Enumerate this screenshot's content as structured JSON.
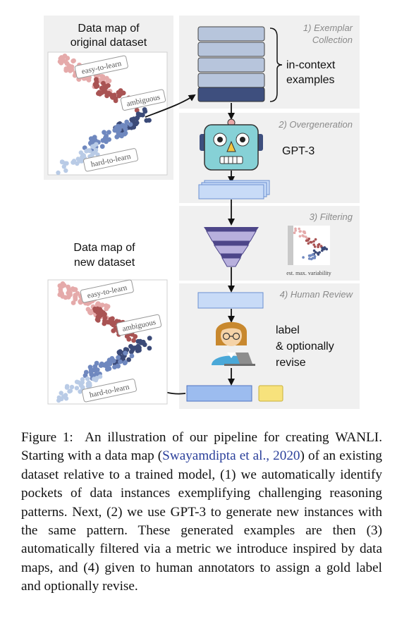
{
  "figure": {
    "original_map": {
      "title_line1": "Data map of",
      "title_line2": "original dataset"
    },
    "new_map": {
      "title_line1": "Data map of",
      "title_line2": "new dataset"
    },
    "region_labels": {
      "easy": "easy-to-learn",
      "ambiguous": "ambiguous",
      "hard": "hard-to-learn"
    },
    "steps": {
      "step1_line1": "1) Exemplar",
      "step1_line2": "Collection",
      "step2": "2) Overgeneration",
      "step3": "3) Filtering",
      "step4": "4) Human Review"
    },
    "incontext_line1": "in-context",
    "incontext_line2": "examples",
    "model_name": "GPT-3",
    "filter_axis_label": "est. max. variability",
    "review_line1": "label",
    "review_line2": "& optionally",
    "review_line3": "revise"
  },
  "caption": {
    "label": "Figure 1:",
    "text_a": "An illustration of our pipeline for creating ",
    "wanli": "WANLI",
    "text_b": ". Starting with a data map (",
    "citation": "Swayamdipta et al., 2020",
    "text_c": ") of an existing dataset relative to a trained model, (1) we automatically identify pockets of data instances exemplifying challenging reasoning patterns. Next, (2) we use GPT-3 to generate new instances with the same pattern.  These generated examples are then (3) automatically filtered via a metric we introduce inspired by data maps, and (4) given to human annotators to assign a gold label and optionally revise."
  },
  "colors": {
    "panel_bg": "#f0f0f0",
    "easy": "#e5aaaa",
    "ambiguous": "#a95353",
    "hard_light": "#b9cbe6",
    "hard_mid": "#6f88bf",
    "dark": "#3b4a78",
    "stack_fill": "#b7c5dc",
    "stack_dark": "#3e4f7e",
    "robot": "#86d1d6",
    "funnel": "#b8b0dd",
    "funnel_dark": "#4d4689",
    "card": "#c8dbf7",
    "yellow": "#f7e27c",
    "citation": "#2a3f9a"
  }
}
